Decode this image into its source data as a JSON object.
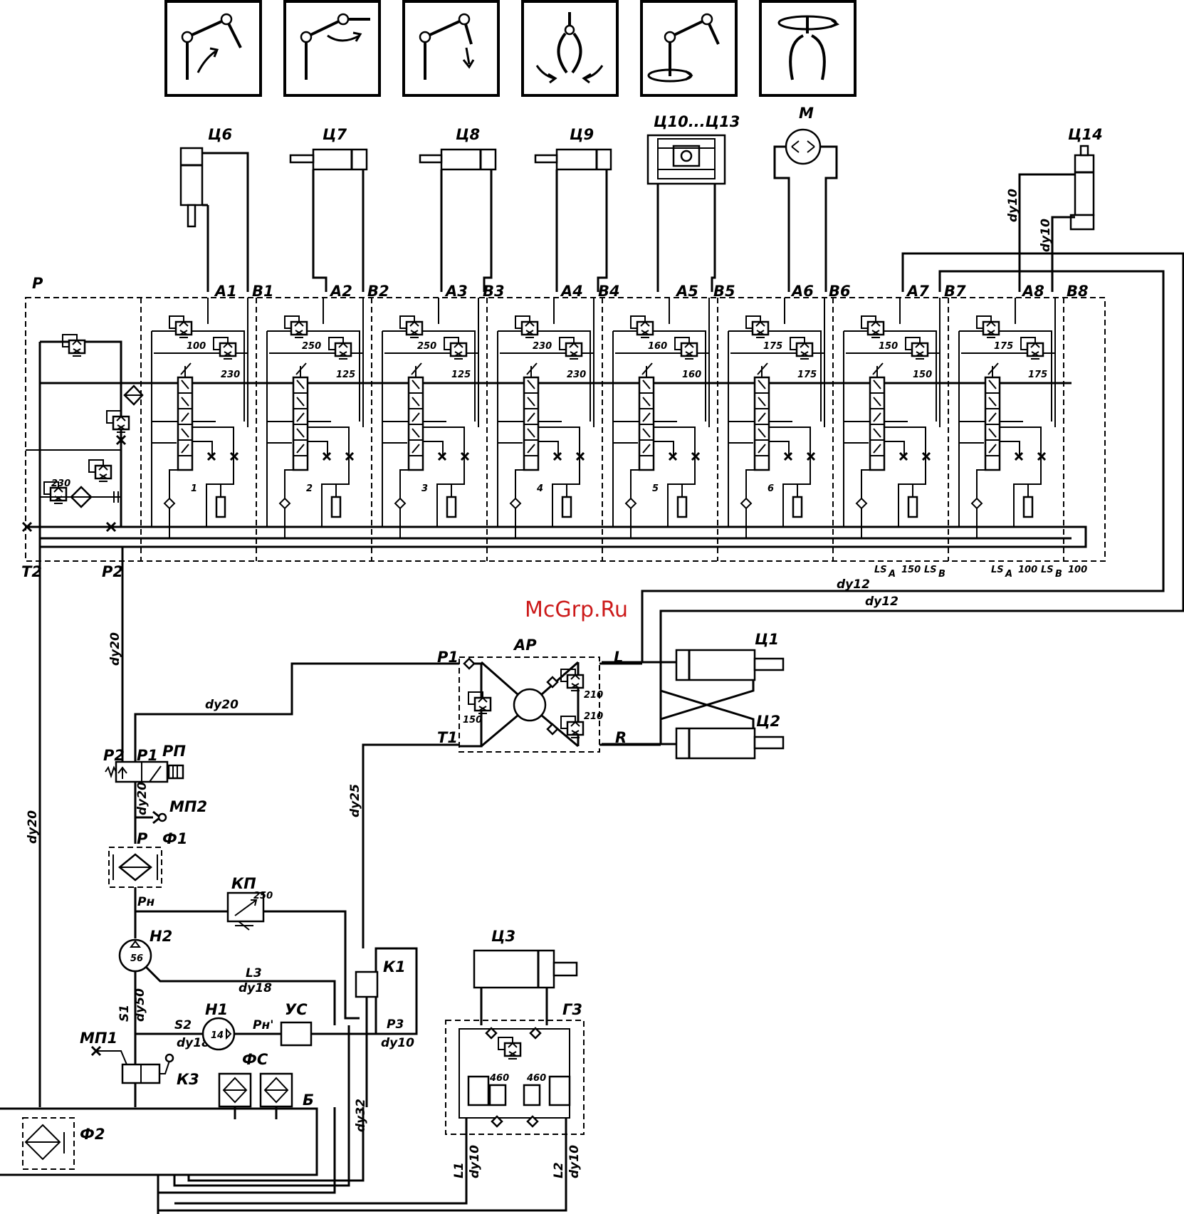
{
  "watermark": "McGrp.Ru",
  "icons": [
    {
      "name": "boom-lift-icon"
    },
    {
      "name": "boom-slew-icon"
    },
    {
      "name": "boom-extend-icon"
    },
    {
      "name": "grab-close-icon"
    },
    {
      "name": "rotator-icon"
    },
    {
      "name": "grab-rotate-icon"
    }
  ],
  "actuators": {
    "c6": "Ц6",
    "c7": "Ц7",
    "c8": "Ц8",
    "c9": "Ц9",
    "c10_13": "Ц10...Ц13",
    "m": "M",
    "c14": "Ц14",
    "c1": "Ц1",
    "c2": "Ц2",
    "c3": "Ц3"
  },
  "valve_block": {
    "label": "P",
    "ports": [
      "A1",
      "B1",
      "A2",
      "B2",
      "A3",
      "B3",
      "A4",
      "B4",
      "A5",
      "B5",
      "A6",
      "B6",
      "A7",
      "B7",
      "A8",
      "B8"
    ],
    "sections": [
      {
        "num": "1",
        "p_a": "100",
        "p_b": "230"
      },
      {
        "num": "2",
        "p_a": "250",
        "p_b": "125"
      },
      {
        "num": "3",
        "p_a": "250",
        "p_b": "125"
      },
      {
        "num": "4",
        "p_a": "230",
        "p_b": "230"
      },
      {
        "num": "5",
        "p_a": "160",
        "p_b": "160"
      },
      {
        "num": "6",
        "p_a": "175",
        "p_b": "175"
      },
      {
        "num": "",
        "p_a": "150",
        "p_b": "150"
      },
      {
        "num": "",
        "p_a": "175",
        "p_b": "175"
      }
    ],
    "inlet_relief": "230",
    "t2": "T2",
    "p2": "P2",
    "ls_a": "LS",
    "ls_a_sub": "A",
    "ls_b": "LS",
    "ls_b_sub": "B",
    "ls7_a_val": "150",
    "ls8_a_val": "100",
    "ls8_b_val": "100"
  },
  "lines": {
    "dy10": "dy10",
    "dy12": "dy12",
    "dy18": "dy18",
    "dy20": "dy20",
    "dy25": "dy25",
    "dy32": "dy32",
    "dy50": "dy50"
  },
  "ar": {
    "label": "AP",
    "p1": "P1",
    "t1": "T1",
    "l": "L",
    "r": "R",
    "relief1": "150",
    "relief2": "210",
    "relief3": "210"
  },
  "rp": {
    "label": "РП",
    "p2": "P2",
    "p1": "P1"
  },
  "mp2": "МП2",
  "f1": {
    "label": "Ф1",
    "p": "P"
  },
  "pn": "Pн",
  "kp": {
    "label": "КП",
    "value": "250"
  },
  "h2": {
    "label": "Н2",
    "value": "56"
  },
  "h1": {
    "label": "Н1",
    "value": "14"
  },
  "pn_prime": "Pн'",
  "us": "УС",
  "k1": "К1",
  "p3": "P3",
  "s1": "S1",
  "s2": "S2",
  "l3": "L3",
  "mp1": "МП1",
  "k3": "К3",
  "fs": "ФС",
  "b": "Б",
  "f2": "Ф2",
  "g3": {
    "label": "Г3",
    "v1": "460",
    "v2": "460",
    "l1": "L1",
    "l2": "L2"
  }
}
